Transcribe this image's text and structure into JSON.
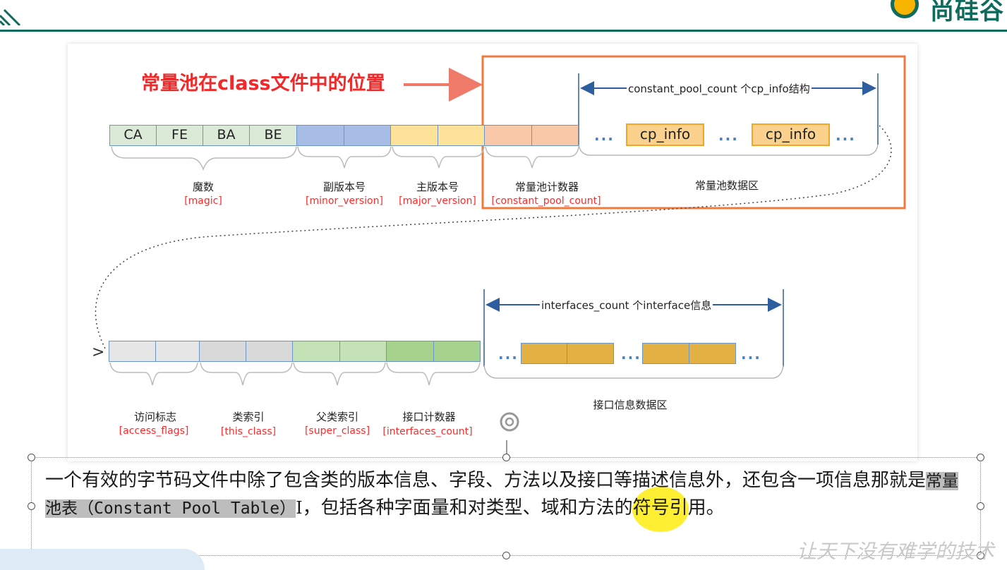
{
  "brand": {
    "logo_text": "尚硅谷",
    "accent": "#0f6b5b"
  },
  "diagram": {
    "title": "常量池在class文件中的位置",
    "magic_bytes": [
      "CA",
      "FE",
      "BA",
      "BE"
    ],
    "row1_labels": [
      {
        "zh": "魔数",
        "en": "[magic]"
      },
      {
        "zh": "副版本号",
        "en": "[minor_version]"
      },
      {
        "zh": "主版本号",
        "en": "[major_version]"
      },
      {
        "zh": "常量池计数器",
        "en": "[constant_pool_count]"
      },
      {
        "zh": "常量池数据区",
        "en": ""
      }
    ],
    "cp_range_label": "constant_pool_count 个cp_info结构",
    "cp_info": [
      "cp_info",
      "cp_info"
    ],
    "ellipsis": "...",
    "if_range_label": "interfaces_count 个interface信息",
    "row2_labels": [
      {
        "zh": "访问标志",
        "en": "[access_flags]"
      },
      {
        "zh": "类索引",
        "en": "[this_class]"
      },
      {
        "zh": "父类索引",
        "en": "[super_class]"
      },
      {
        "zh": "接口计数器",
        "en": "[interfaces_count]"
      },
      {
        "zh": "接口信息数据区",
        "en": ""
      }
    ],
    "colors": {
      "magic": "#dbead6",
      "minor": "#a7bde6",
      "major": "#fde29a",
      "cpcount": "#f9c8a8",
      "access": "#e6e6e6",
      "thisclass": "#d9d9d9",
      "superclass": "#c4e2b6",
      "ifcount": "#a6d28e",
      "highlight_border": "#f07a3c"
    }
  },
  "text": {
    "line_a": "一个有效的字节码文件中除了包含类的版本信息、字段、方法以及接口等描述信息外，还包含一项信息那就是",
    "highlight": "常量池表（Constant Pool Table）",
    "cursor_char": "I",
    "line_b": "，包括各种字面量和对类型、域和方法的符号引用。"
  },
  "watermark": "让天下没有难学的技术"
}
